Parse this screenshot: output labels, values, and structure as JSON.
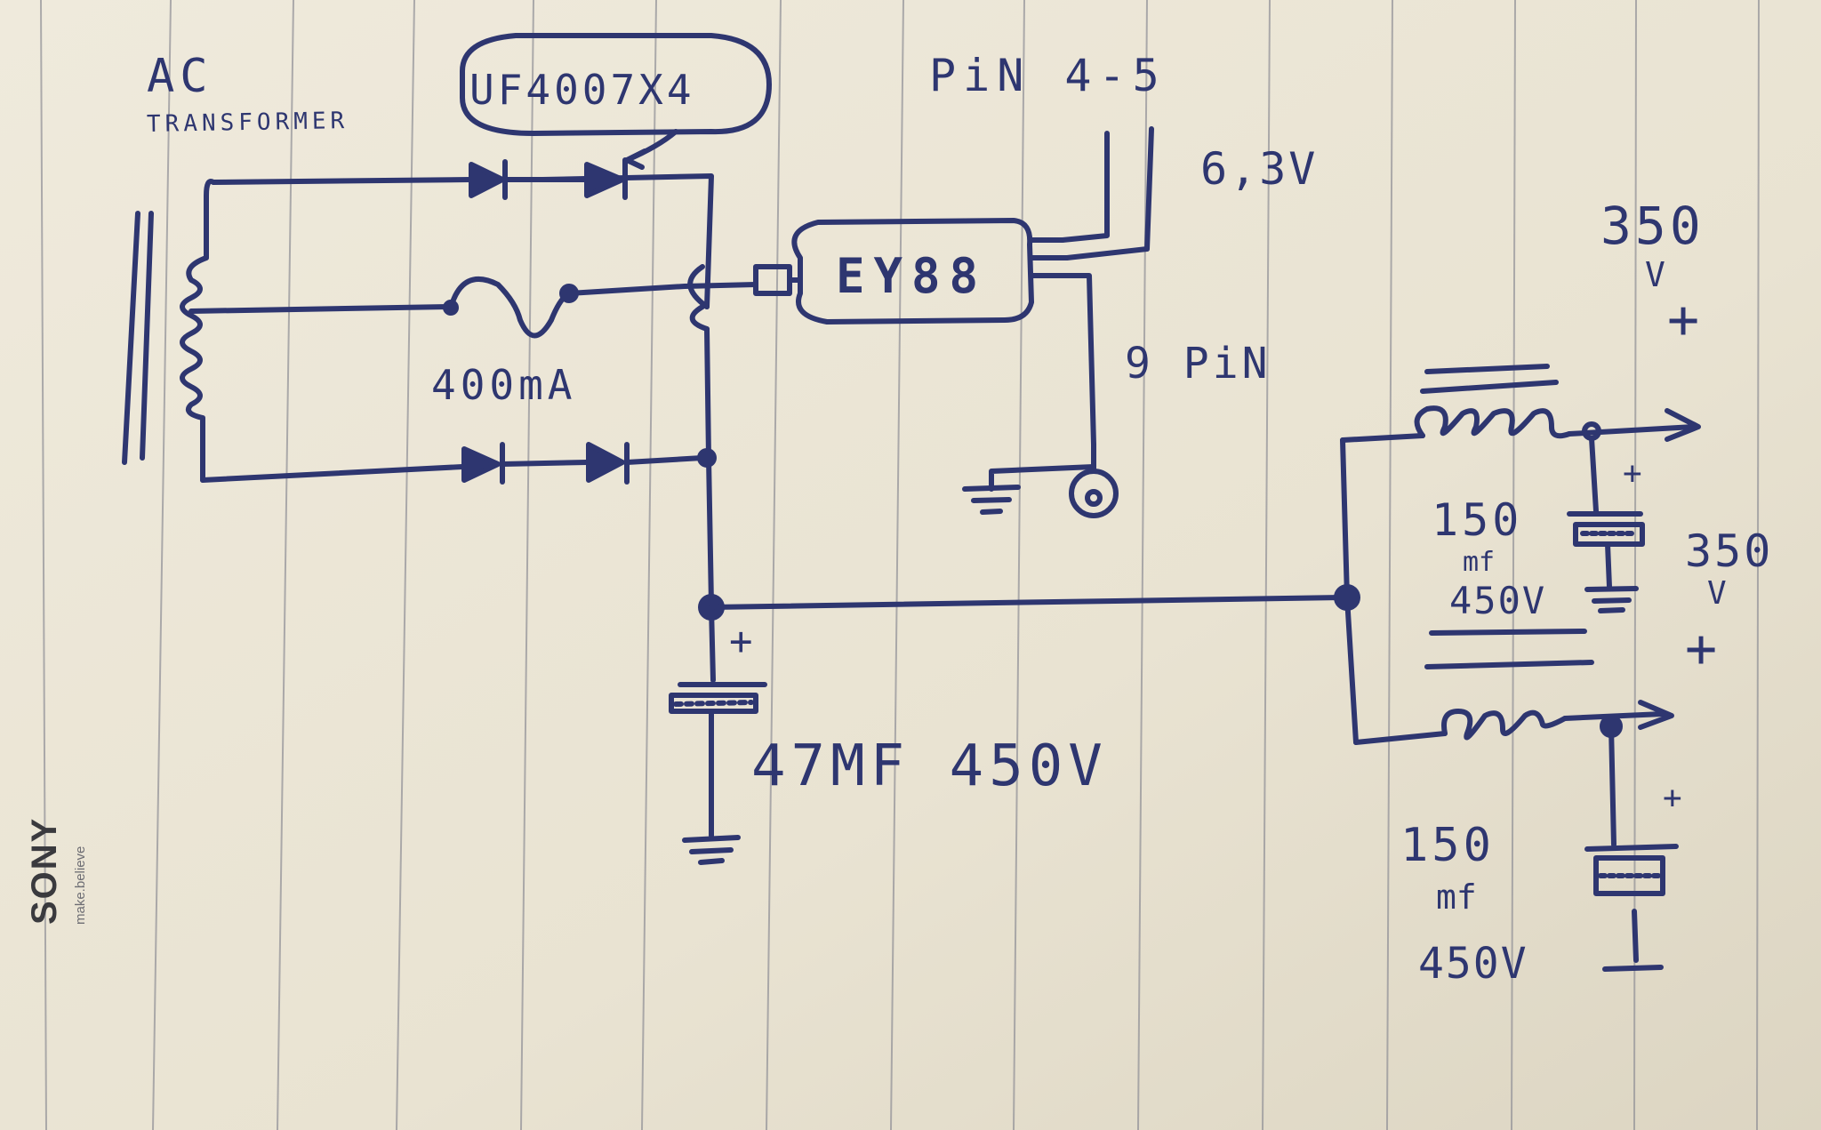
{
  "labels": {
    "ac": "AC",
    "transformer": "TRANSFORMER",
    "diodes": "UF4007X4",
    "pin45": "PiN 4-5",
    "heater_voltage": "6,3V",
    "tube": "EY88",
    "nine_pin": "9 PiN",
    "fuse": "400mA",
    "main_cap": "47MF 450V",
    "out_voltage_top": "350",
    "out_voltage_top_unit": "V",
    "out_voltage_mid": "350",
    "out_voltage_mid_unit": "V",
    "cap_top_value": "150",
    "cap_top_unit": "mf",
    "cap_top_voltage": "450V",
    "cap_bottom_value": "150",
    "cap_bottom_unit": "mf",
    "cap_bottom_voltage": "450V",
    "plus": "+"
  },
  "brand": {
    "name": "SONY",
    "tagline": "make.believe"
  },
  "colors": {
    "paper": "#ede8da",
    "ink": "#2e3670",
    "rule": "#8f8f96"
  }
}
